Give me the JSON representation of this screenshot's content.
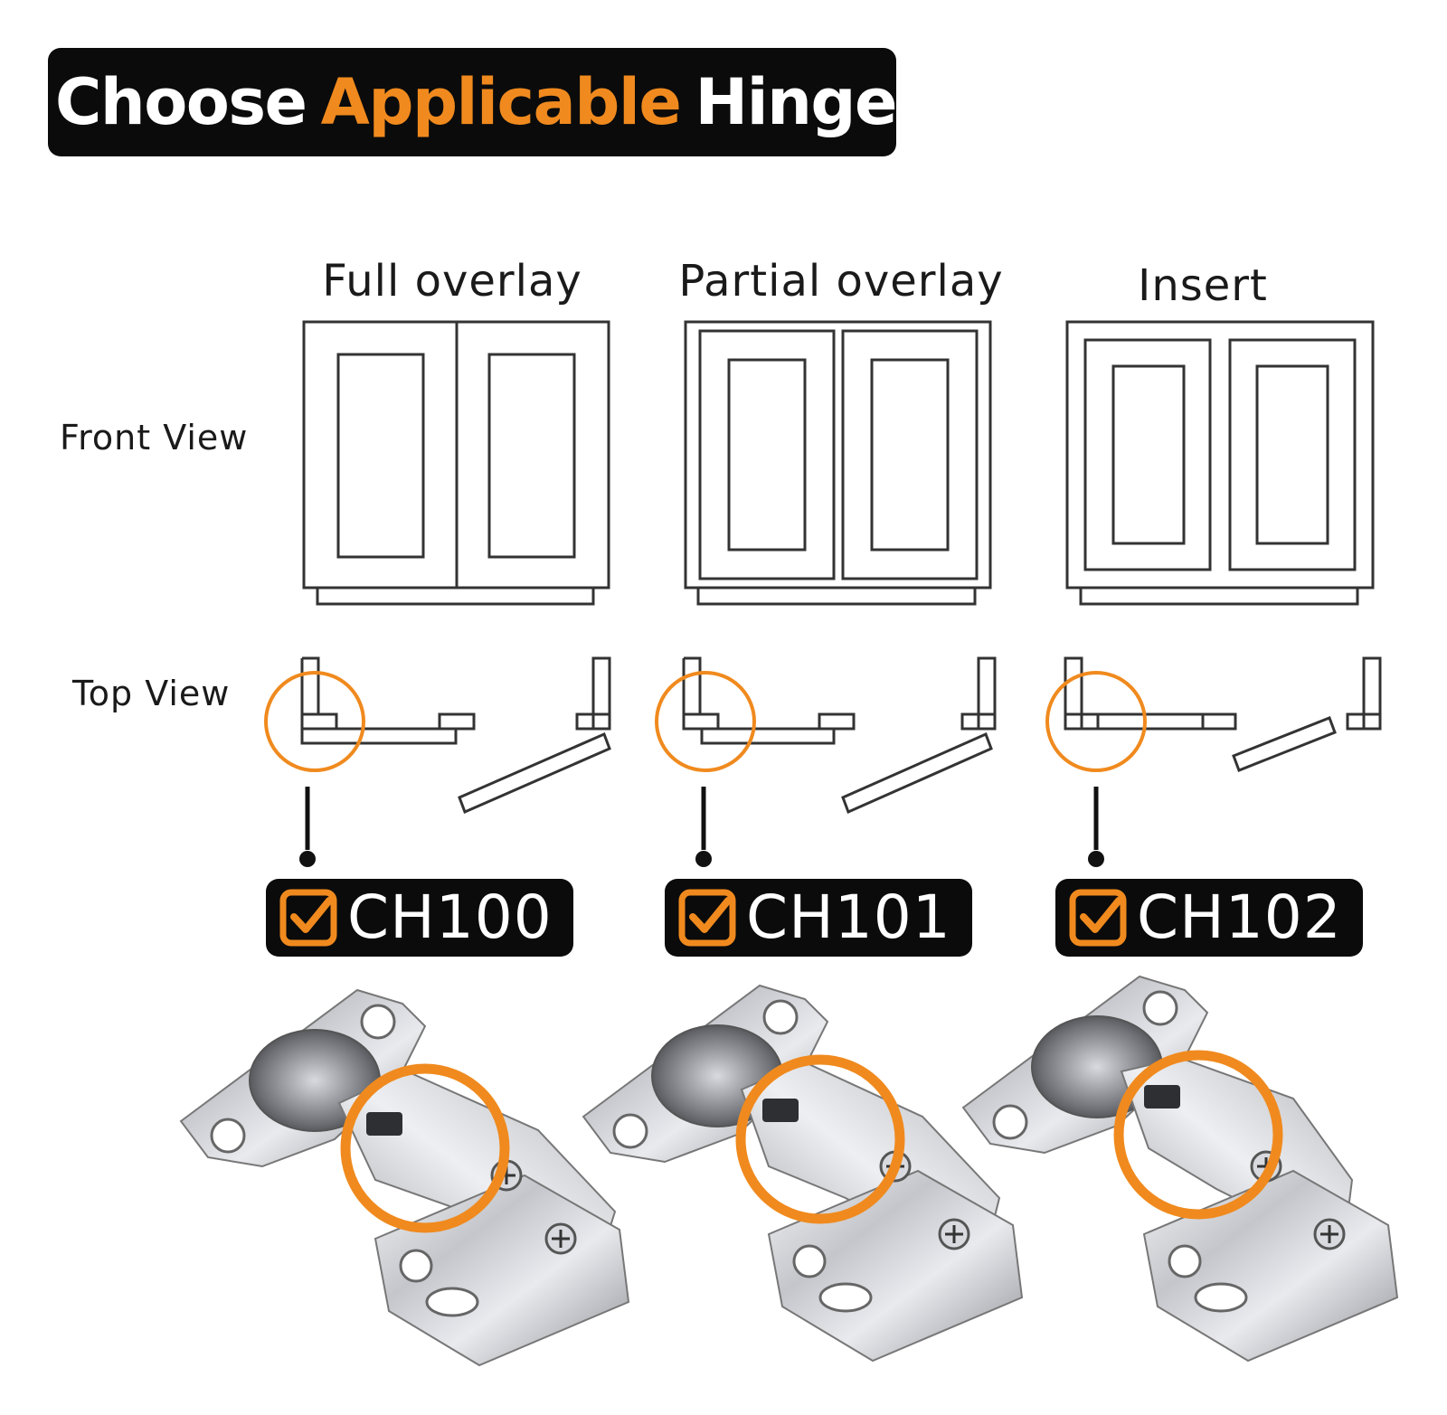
{
  "title": {
    "part1": "Choose",
    "part2": "Applicable",
    "part3": "Hinge"
  },
  "row_labels": {
    "front": "Front View",
    "top": "Top View"
  },
  "columns": [
    {
      "label": "Full overlay",
      "code": "CH100"
    },
    {
      "label": "Partial overlay",
      "code": "CH101"
    },
    {
      "label": "Insert",
      "code": "CH102"
    }
  ],
  "colors": {
    "accent": "#f08a1e",
    "banner": "#0b0b0b",
    "line": "#333333"
  },
  "icons": {
    "badge": "checkbox-checked-icon"
  }
}
